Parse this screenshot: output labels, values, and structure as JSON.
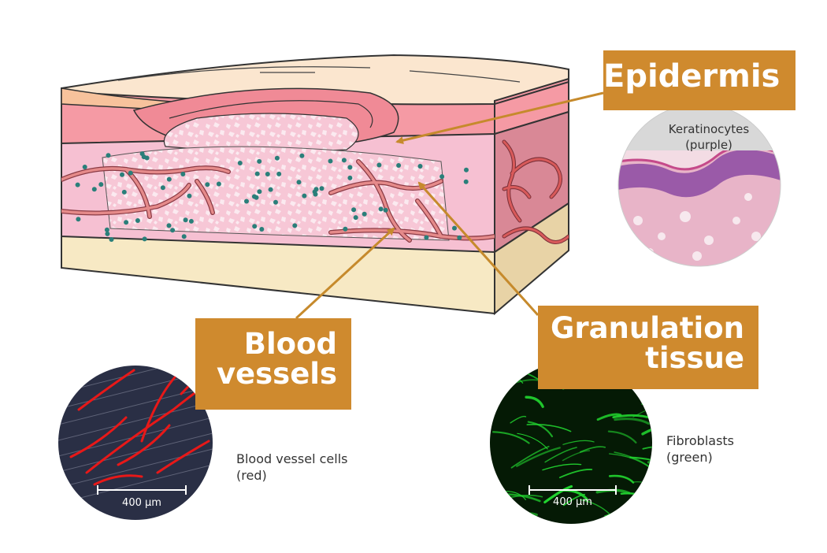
{
  "labels": {
    "epidermis": "Epidermis",
    "blood_vessels": [
      "Blood",
      "vessels"
    ],
    "granulation_tissue": [
      "Granulation",
      "tissue"
    ]
  },
  "captions": {
    "keratinocytes": [
      "Keratinocytes",
      "(purple)"
    ],
    "blood_vessel_cells": [
      "Blood vessel cells",
      "(red)"
    ],
    "fibroblasts": [
      "Fibroblasts",
      "(green)"
    ]
  },
  "scale_bars": {
    "blood_vessels": "400 µm",
    "granulation": "400 µm"
  },
  "colors": {
    "label_box": "#cf8a2e",
    "arrow": "#c68a2c",
    "blood_vessel": "#d85a5a",
    "cell_dots": "#2a7f7a",
    "fluorescent_red": "#e81818",
    "fluorescent_green": "#22d630",
    "keratinocyte_purple": "#9a5aa8"
  }
}
